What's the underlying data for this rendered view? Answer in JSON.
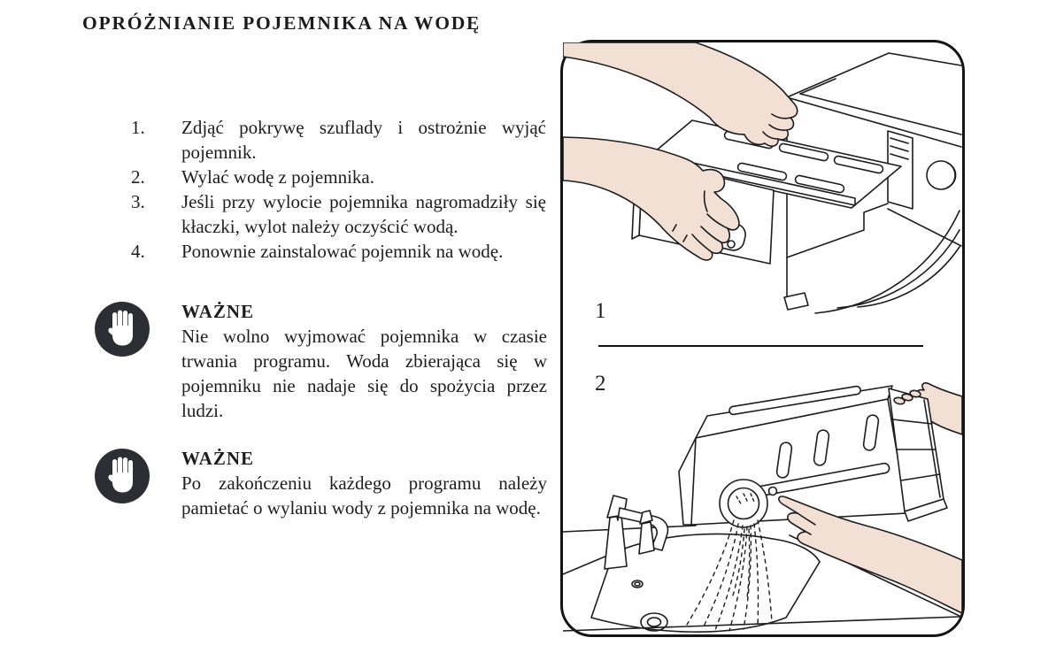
{
  "title": "OPRÓŻNIANIE POJEMNIKA NA WODĘ",
  "steps": [
    {
      "num": "1.",
      "text": "Zdjąć pokrywę szuflady i ostrożnie wyjąć pojemnik."
    },
    {
      "num": "2.",
      "text": "Wylać wodę z pojemnika."
    },
    {
      "num": "3.",
      "text": "Jeśli przy wylocie pojemnika nagromadziły się kłaczki, wylot należy oczyścić wodą."
    },
    {
      "num": "4.",
      "text": "Ponownie zainstalować pojemnik na wodę."
    }
  ],
  "notices": [
    {
      "icon": "stop-hand",
      "heading": "WAŻNE",
      "body": "Nie wolno wyjmować pojemnika w czasie trwania programu. Woda zbierająca się w pojemniku nie nadaje się do spożycia przez ludzi."
    },
    {
      "icon": "stop-hand",
      "heading": "WAŻNE",
      "body": "Po zakończeniu każdego programu należy pamietać o wylaniu wody z pojemnika na wodę."
    }
  ],
  "figure": {
    "step1_label": "1",
    "step2_label": "2"
  },
  "colors": {
    "background": "#ffffff",
    "text": "#1d1d1f",
    "line": "#1d1d1f",
    "skin": "#f2e0d5",
    "notice_icon_bg": "#2d2d34",
    "panel_border": "#141414"
  }
}
